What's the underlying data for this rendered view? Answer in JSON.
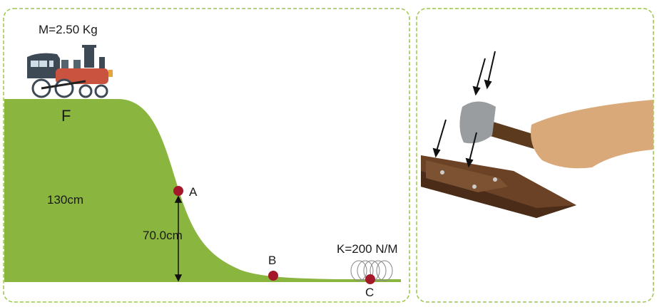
{
  "mass_label": "M=2.50 Kg",
  "start_label": "F",
  "height_total_label": "130cm",
  "height_a_label": "70.0cm",
  "point_a": "A",
  "point_b": "B",
  "point_c": "C",
  "spring_label": "K=200 N/M",
  "colors": {
    "ground": "#8ab53f",
    "point": "#a3192a",
    "border": "#9cc54a"
  }
}
